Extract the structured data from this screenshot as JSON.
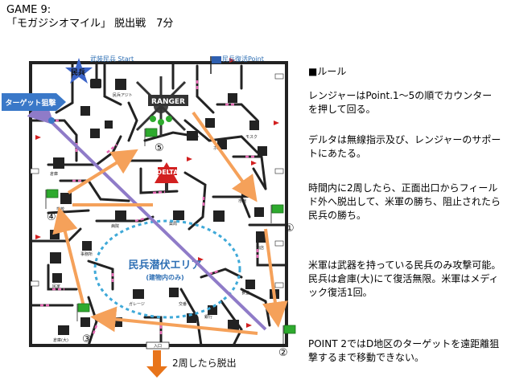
{
  "game": {
    "line1": "GAME 9:",
    "line2": "「モガジシオマイル」 脱出戦　7分"
  },
  "map": {
    "civilian_start": "武装民兵 Start",
    "civilian_revive": "民兵復活Point",
    "civilian_mark": "民兵",
    "target_label": "ターゲット狙撃",
    "ranger_label": "RANGER",
    "delta_label": "DELTA",
    "ambush_title": "民兵潜伏エリア",
    "ambush_sub": "(建物内のみ)",
    "exit_label": "2周したら脱出",
    "exit_mark": "入口",
    "points": [
      "①",
      "②",
      "③",
      "④",
      "⑤"
    ],
    "building_labels": [
      "民兵アジト",
      "倉庫",
      "モスク",
      "ホテル",
      "市場",
      "病院",
      "学校",
      "事務所",
      "民家",
      "交番",
      "銀行",
      "商店",
      "食堂",
      "倉庫(大)",
      "ガレージ",
      "薬局"
    ]
  },
  "rules": {
    "heading": "■ルール",
    "p1": "レンジャーはPoint.1～5の順でカウンターを押して回る。",
    "p2": "デルタは無線指示及び、レンジャーのサポートにあたる。",
    "p3": "時間内に2周したら、正面出口からフィールド外へ脱出して、米軍の勝ち、阻止されたら民兵の勝ち。",
    "p4": "米軍は武器を持っている民兵のみ攻撃可能。民兵は倉庫(大)にて復活無限。米軍はメディック復活1回。",
    "p5": "POINT 2ではD地区のターゲットを遠距離狙撃するまで移動できない。"
  },
  "colors": {
    "route_orange": "#f5a15a",
    "sniper_purple": "#8f7bc8",
    "flag_green": "#2eaa2e",
    "star_blue": "#3b64c8",
    "target_blue": "#3a78c8",
    "ambush_blue": "#2e6fb4",
    "delta_red": "#d22020",
    "exit_orange": "#e8741a"
  }
}
